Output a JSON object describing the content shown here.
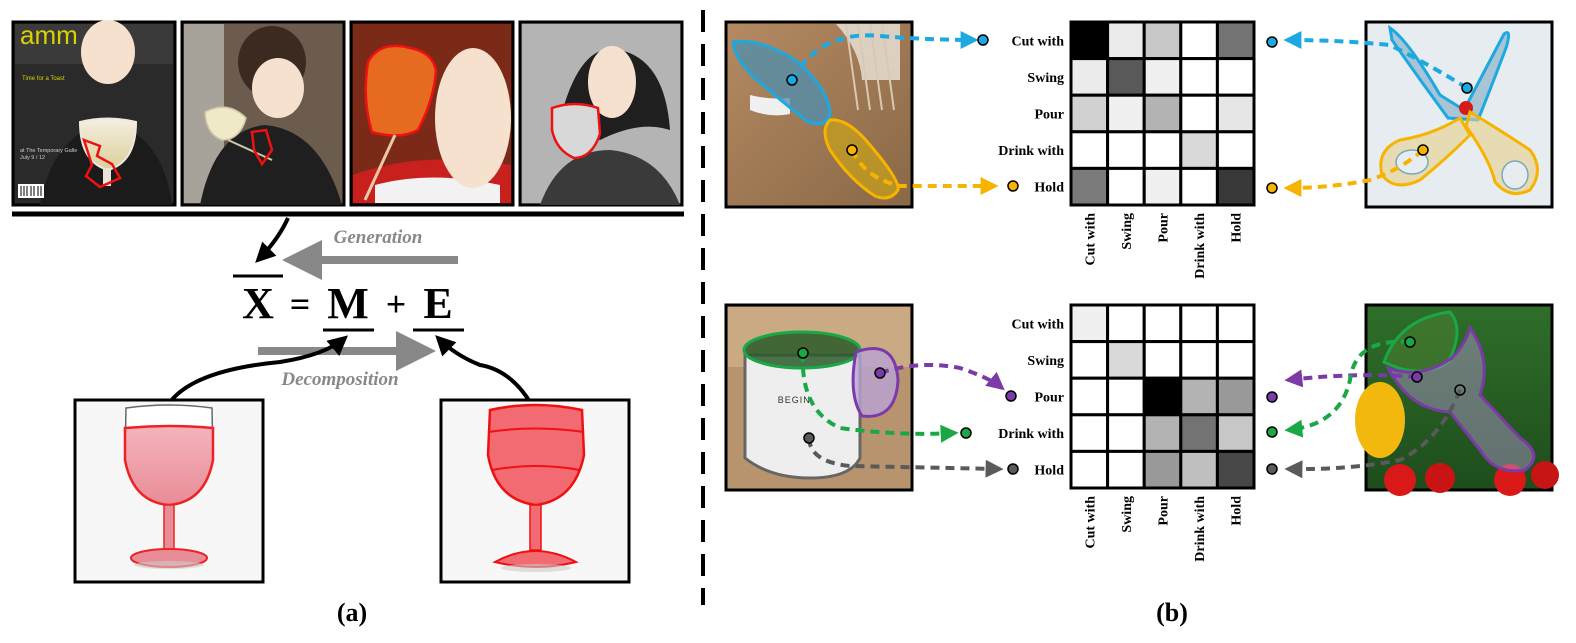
{
  "panel_a": {
    "equation": {
      "x": "X",
      "eq": "=",
      "m": "M",
      "plus": "+",
      "e": "E"
    },
    "generation_label": "Generation",
    "decomposition_label": "Decomposition",
    "caption": "(a)",
    "magazine_text": {
      "masthead": "amm",
      "tagline": "Time for a Toast",
      "gallery": "at The Temporary Galle",
      "date": "July 9 / 12"
    }
  },
  "panel_b": {
    "caption": "(b)",
    "actions": [
      "Cut with",
      "Swing",
      "Pour",
      "Drink with",
      "Hold"
    ],
    "matrix_top": [
      [
        1.0,
        0.08,
        0.22,
        0.0,
        0.55
      ],
      [
        0.08,
        0.65,
        0.06,
        0.0,
        0.0
      ],
      [
        0.18,
        0.06,
        0.3,
        0.0,
        0.1
      ],
      [
        0.0,
        0.0,
        0.0,
        0.15,
        0.0
      ],
      [
        0.52,
        0.0,
        0.06,
        0.0,
        0.78
      ]
    ],
    "matrix_bottom": [
      [
        0.06,
        0.0,
        0.0,
        0.0,
        0.0
      ],
      [
        0.0,
        0.15,
        0.0,
        0.0,
        0.0
      ],
      [
        0.0,
        0.0,
        1.0,
        0.3,
        0.4
      ],
      [
        0.0,
        0.0,
        0.3,
        0.55,
        0.22
      ],
      [
        0.0,
        0.0,
        0.4,
        0.25,
        0.72
      ]
    ],
    "mug_text": "BEGIN.",
    "colors": {
      "cut": "#1ca8e0",
      "hold_top": "#f6b400",
      "pour": "#7c3aa8",
      "drink": "#1aa847",
      "hold_bottom": "#5a5a5a"
    }
  }
}
